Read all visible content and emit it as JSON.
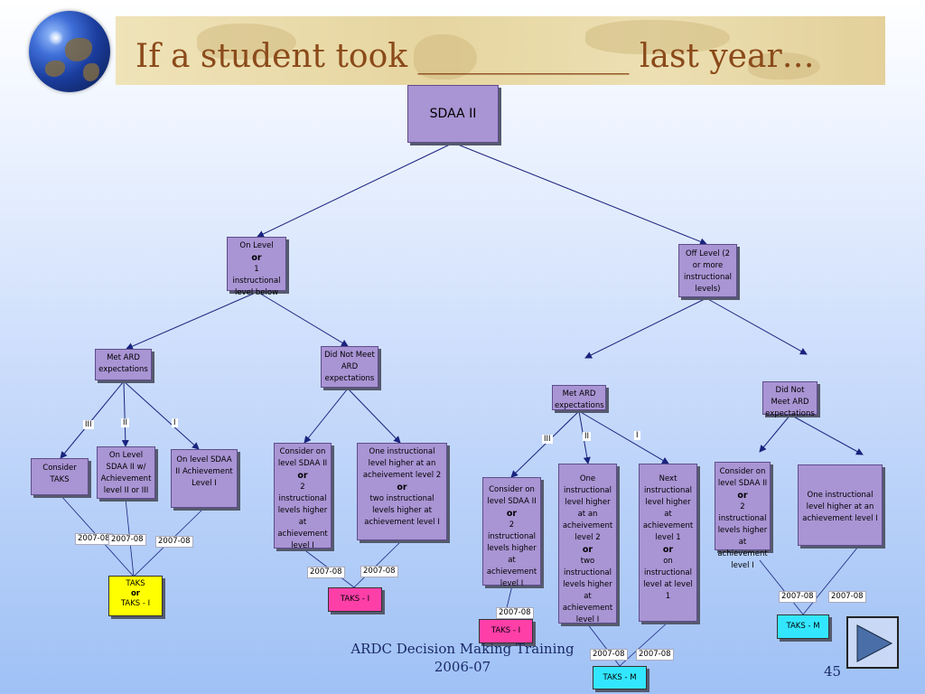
{
  "title": "If a student took _____________ last year…",
  "footer": {
    "line1": "ARDC Decision Making Training",
    "line2": "2006-07",
    "page": "45"
  },
  "nodes": {
    "root": "SDAA II",
    "on_level": {
      "l1": "On Level",
      "or": "or",
      "l2": "1 instructional level below"
    },
    "off_level": "Off Level (2 or more instructional levels)",
    "met_ard_left": "Met ARD expectations",
    "did_not_meet_left": "Did Not Meet ARD expectations",
    "consider_taks": "Consider TAKS",
    "on_level_sdaa_ach": "On Level SDAA II w/ Achievement level II or III",
    "on_level_sdaa_i": "On level SDAA II Achievement Level I",
    "dnm_left_a": {
      "l1": "Consider on level SDAA II",
      "or": "or",
      "l2": "2 instructional levels higher at achievement level I"
    },
    "dnm_left_b": {
      "l1": "One instructional level higher at an acheivement level 2",
      "or": "or",
      "l2": "two instructional levels higher at achievement level I"
    },
    "met_ard_right": "Met ARD expectations",
    "did_not_meet_right": "Did Not Meet ARD expectations",
    "mr_a": {
      "l1": "Consider on level SDAA II",
      "or": "or",
      "l2": "2 instructional levels higher at achievement level I"
    },
    "mr_b": {
      "l1": "One instructional level higher at an acheivement level 2",
      "or": "or",
      "l2": "two instructional levels higher at achievement level I"
    },
    "mr_c": {
      "l1": "Next instructional level higher at achievement level 1",
      "or": "or",
      "l2": "on instructional level at level 1"
    },
    "dnm_right_a": {
      "l1": "Consider on level SDAA II",
      "or": "or",
      "l2": "2 instructional levels higher at achievement level I"
    },
    "dnm_right_b": "One instructional level higher at an achievement level I"
  },
  "levels": {
    "iii": "III",
    "ii": "II",
    "i": "I"
  },
  "year": "2007-08",
  "outcomes": {
    "taks_or_taks_i": {
      "l1": "TAKS",
      "or": "or",
      "l2": "TAKS - I"
    },
    "taks_i": "TAKS - I",
    "taks_m": "TAKS - M"
  },
  "colors": {
    "node": "#a994d4",
    "yellow": "#ffff00",
    "pink": "#ff3fa8",
    "cyan": "#33e6ff",
    "title": "#8b4a1a",
    "line": "#1a237e"
  },
  "icons": {
    "next": "triangle-right-icon"
  }
}
